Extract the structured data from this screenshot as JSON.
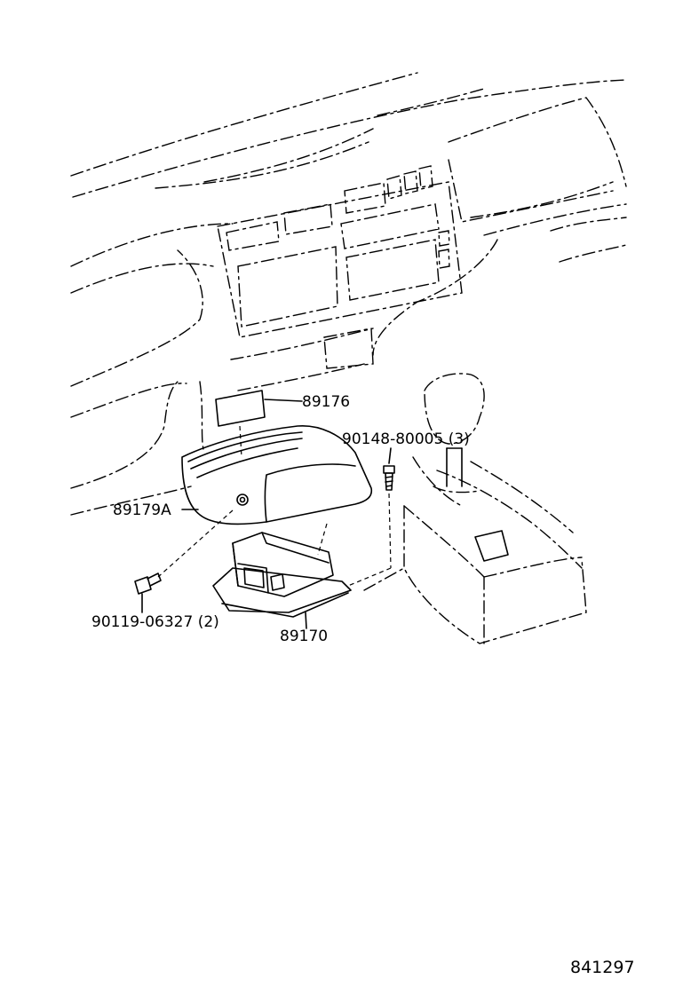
{
  "parts": {
    "label_89176": "89176",
    "label_90148": "90148-80005 (3)",
    "label_89179a": "89179A",
    "label_90119": "90119-06327 (2)",
    "label_89170": "89170"
  },
  "diagram_ref": "841297"
}
